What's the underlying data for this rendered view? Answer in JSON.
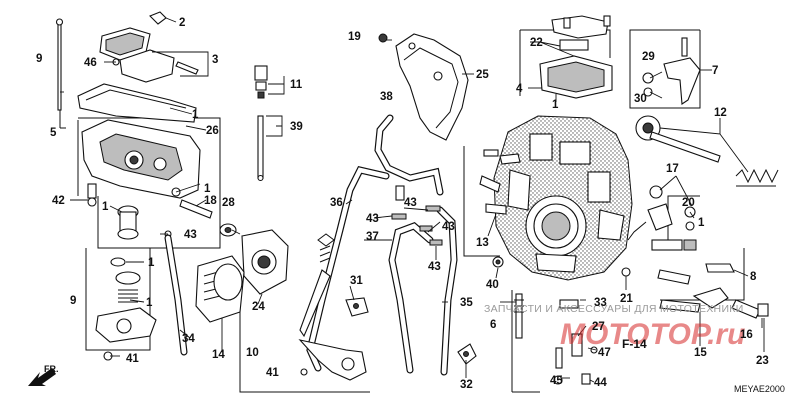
{
  "diagram": {
    "code": "MEYAE2000",
    "direction_label": "FR.",
    "figure_ref": "F-14",
    "watermark": {
      "line": "ЗАПЧАСТИ И АКСЕССУАРЫ ДЛЯ МОТОТЕХНИКИ",
      "brand": "МОТОТОР.ru"
    },
    "accent": "#d62828",
    "callouts": {
      "c1a": "1",
      "c1b": "1",
      "c1c": "1",
      "c1d": "1",
      "c1e": "1",
      "c1f": "1",
      "c1g": "1",
      "c2": "2",
      "c3": "3",
      "c4": "4",
      "c5": "5",
      "c6": "6",
      "c7": "7",
      "c8": "8",
      "c9a": "9",
      "c9b": "9",
      "c10": "10",
      "c11": "11",
      "c12": "12",
      "c13": "13",
      "c14": "14",
      "c15": "15",
      "c16": "16",
      "c17": "17",
      "c18": "18",
      "c19": "19",
      "c20": "20",
      "c21": "21",
      "c22": "22",
      "c23": "23",
      "c24": "24",
      "c25": "25",
      "c26": "26",
      "c27": "27",
      "c28": "28",
      "c29": "29",
      "c30": "30",
      "c31": "31",
      "c32": "32",
      "c33": "33",
      "c34": "34",
      "c35": "35",
      "c36": "36",
      "c37": "37",
      "c38": "38",
      "c39": "39",
      "c40": "40",
      "c41a": "41",
      "c41b": "41",
      "c42": "42",
      "c43a": "43",
      "c43b": "43",
      "c43c": "43",
      "c43d": "43",
      "c43e": "43",
      "c44": "44",
      "c45": "45",
      "c46": "46",
      "c47": "47"
    }
  }
}
